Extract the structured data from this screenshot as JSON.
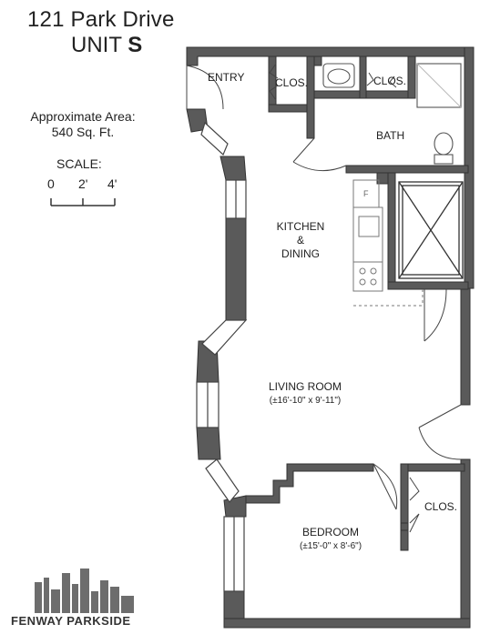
{
  "header": {
    "address": "121 Park Drive",
    "unit_prefix": "UNIT",
    "unit_letter": "S"
  },
  "info": {
    "area_label": "Approximate Area:",
    "area_value": "540 Sq. Ft."
  },
  "scale": {
    "label": "SCALE:",
    "ticks": [
      "0",
      "2'",
      "4'"
    ]
  },
  "rooms": {
    "entry": "ENTRY",
    "clos1": "CLOS.",
    "clos2": "CLOS.",
    "bath": "BATH",
    "fridge": "F",
    "kitchen": "KITCHEN",
    "amp": "&",
    "dining": "DINING",
    "living": "LIVING ROOM",
    "living_dim": "(±16'-10\" x 9'-11\")",
    "clos3": "CLOS.",
    "bedroom": "BEDROOM",
    "bedroom_dim": "(±15'-0\" x 8'-6\")"
  },
  "brand": {
    "name": "FENWAY PARKSIDE"
  },
  "colors": {
    "wall": "#555555",
    "line": "#999999",
    "text": "#222222"
  }
}
